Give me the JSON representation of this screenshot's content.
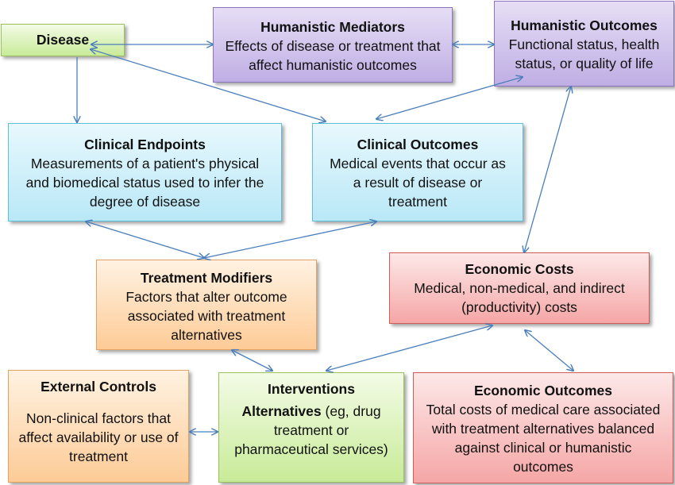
{
  "boxes": {
    "disease": {
      "title": "Disease",
      "color": "#d6f0b0"
    },
    "humanistic_mediators": {
      "title": "Humanistic Mediators",
      "body": "Effects of disease or treatment that affect humanistic outcomes",
      "color": "#cfc3ec"
    },
    "humanistic_outcomes": {
      "title": "Humanistic Outcomes",
      "body": "Functional status, health status, or quality of life",
      "color": "#cfc3ec"
    },
    "clinical_endpoints": {
      "title": "Clinical Endpoints",
      "body": "Measurements of a patient's physical and biomedical status used to infer the degree of disease",
      "color": "#c9eefa"
    },
    "clinical_outcomes": {
      "title": "Clinical Outcomes",
      "body": "Medical events that occur as a result of disease or treatment",
      "color": "#c9eefa"
    },
    "treatment_modifiers": {
      "title": "Treatment Modifiers",
      "body": "Factors that alter outcome associated with treatment alternatives",
      "color": "#fedcb6"
    },
    "economic_costs": {
      "title": "Economic Costs",
      "body": "Medical, non-medical, and indirect (productivity) costs",
      "color": "#f9c4c4"
    },
    "external_controls": {
      "title": "External Controls",
      "body": "Non-clinical factors that affect availability or use of treatment",
      "color": "#fedcb6"
    },
    "interventions": {
      "title": "Interventions",
      "title2": "Alternatives",
      "body": " (eg, drug treatment or pharmaceutical services)",
      "color": "#e3f6c9"
    },
    "economic_outcomes": {
      "title": "Economic Outcomes",
      "body": "Total costs of medical care associated with treatment alternatives balanced against clinical or humanistic outcomes",
      "color": "#f9c4c4"
    }
  },
  "arrow_color": "#4a7ebb"
}
